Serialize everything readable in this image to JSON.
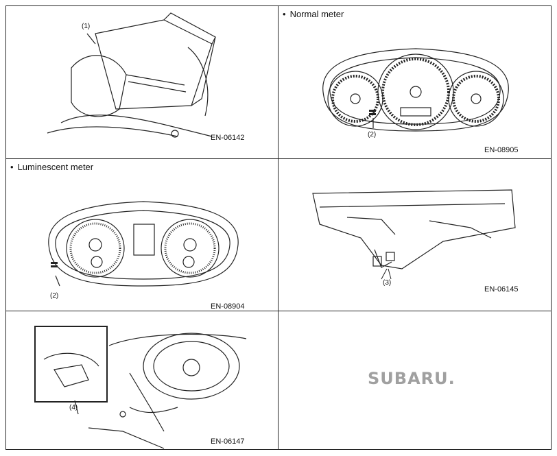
{
  "panels": [
    {
      "code": "EN-06142",
      "callouts": [
        "(1)"
      ]
    },
    {
      "caption": "Normal meter",
      "code": "EN-08905",
      "callouts": [
        "(2)"
      ]
    },
    {
      "caption": "Luminescent meter",
      "code": "EN-08904",
      "callouts": [
        "(2)"
      ]
    },
    {
      "code": "EN-06145",
      "callouts": [
        "(3)"
      ]
    },
    {
      "code": "EN-06147",
      "callouts": [
        "(4)"
      ]
    },
    {
      "logo": "SUBARU."
    }
  ],
  "bullet_glyph": "•"
}
